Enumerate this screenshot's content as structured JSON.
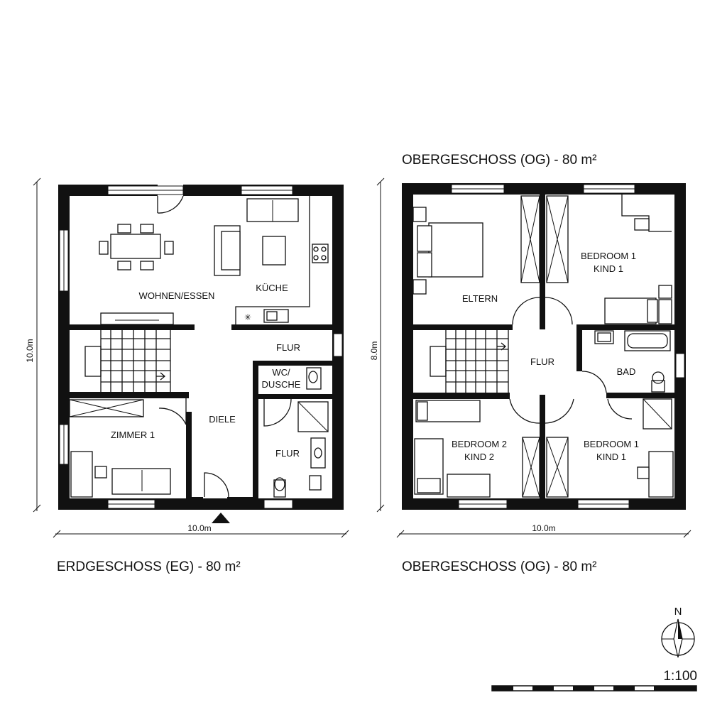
{
  "ground_floor": {
    "title": "ERDGESCHOSS (EG) - 80 m²",
    "width_label": "10.0m",
    "height_label": "10.0m",
    "rooms": {
      "living": "WOHNEN/ESSEN",
      "kitchen": "KÜCHE",
      "hall_top": "FLUR",
      "wc_line1": "WC/",
      "wc_line2": "DUSCHE",
      "diele": "DIELE",
      "zimmer": "ZIMMER 1",
      "hall_bottom": "FLUR"
    }
  },
  "upper_floor": {
    "title_top": "OBERGESCHOSS (OG) - 80 m²",
    "title_bottom": "OBERGESCHOSS (OG) - 80 m²",
    "width_label": "10.0m",
    "height_label": "8.0m",
    "rooms": {
      "eltern": "ELTERN",
      "bedroom1_line1": "BEDROOM 1",
      "bedroom1_line2": "KIND 1",
      "flur": "FLUR",
      "bad": "BAD",
      "bedroom2_line1": "BEDROOM 2",
      "bedroom2_line2": "KIND 2",
      "bedroom3_line1": "BEDROOM 1",
      "bedroom3_line2": "KIND 1"
    }
  },
  "north_label": "N",
  "scale_label": "1:100"
}
